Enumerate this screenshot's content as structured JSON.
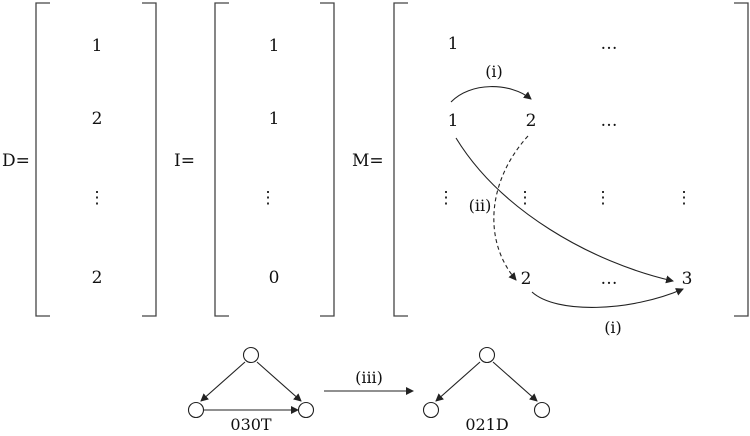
{
  "matrices": {
    "D": {
      "label": "D=",
      "cells": [
        "1",
        "2",
        "⋮",
        "2"
      ]
    },
    "I": {
      "label": "I=",
      "cells": [
        "1",
        "1",
        "⋮",
        "0"
      ]
    },
    "M": {
      "label": "M=",
      "row1": [
        "1",
        "…"
      ],
      "row2": [
        "1",
        "2",
        "…"
      ],
      "row3": [
        "⋮",
        "⋮",
        "⋮",
        "⋮"
      ],
      "row4": [
        "2",
        "…",
        "3"
      ]
    }
  },
  "annotations": {
    "i_top": "(i)",
    "ii": "(ii)",
    "i_bottom": "(i)",
    "iii": "(iii)"
  },
  "triads": {
    "left_label": "030T",
    "right_label": "021D"
  }
}
